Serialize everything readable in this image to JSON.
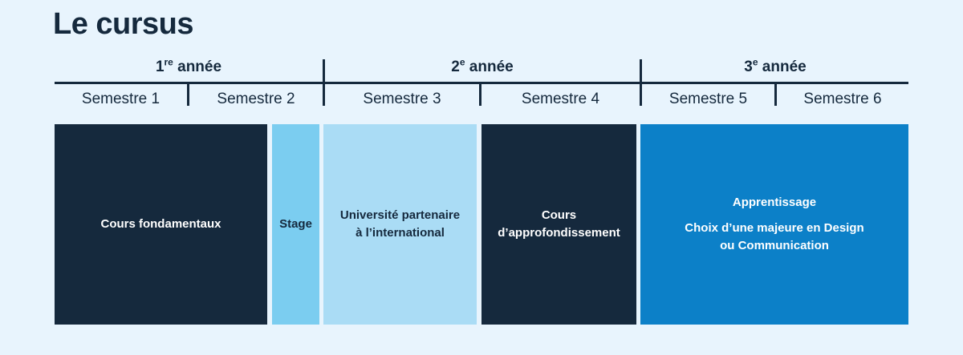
{
  "page": {
    "title": "Le cursus",
    "background_color": "#e8f4fd",
    "text_color": "#15293d"
  },
  "timeline": {
    "years": [
      {
        "number": "1",
        "ordinal": "re",
        "suffix": " année",
        "label": "1re année"
      },
      {
        "number": "2",
        "ordinal": "e",
        "suffix": " année",
        "label": "2e année"
      },
      {
        "number": "3",
        "ordinal": "e",
        "suffix": " année",
        "label": "3e année"
      }
    ],
    "semesters": [
      {
        "label": "Semestre 1"
      },
      {
        "label": "Semestre 2"
      },
      {
        "label": "Semestre 3"
      },
      {
        "label": "Semestre 4"
      },
      {
        "label": "Semestre 5"
      },
      {
        "label": "Semestre 6"
      }
    ]
  },
  "blocks": [
    {
      "id": "cours-fondamentaux",
      "label": "Cours fondamentaux",
      "sublabel": "",
      "color": "#15293d",
      "text_color": "#ffffff",
      "spans": "Semestre 1"
    },
    {
      "id": "stage",
      "label": "Stage",
      "sublabel": "",
      "color": "#7bcdf0",
      "text_color": "#15293d",
      "spans": "Semestre 2"
    },
    {
      "id": "universite-partenaire",
      "label": "Université partenaire",
      "sublabel": "à l’international",
      "color": "#aadcf5",
      "text_color": "#15293d",
      "spans": "Semestre 3"
    },
    {
      "id": "cours-approfondissement",
      "label": "Cours",
      "sublabel": "d’approfondissement",
      "color": "#15293d",
      "text_color": "#ffffff",
      "spans": "Semestre 4"
    },
    {
      "id": "apprentissage",
      "label": "Apprentissage",
      "sublabel": "Choix d’une majeure en Design",
      "sublabel2": "ou Communication",
      "color": "#0c80c8",
      "text_color": "#ffffff",
      "spans": "Semestre 5 – Semestre 6"
    }
  ]
}
